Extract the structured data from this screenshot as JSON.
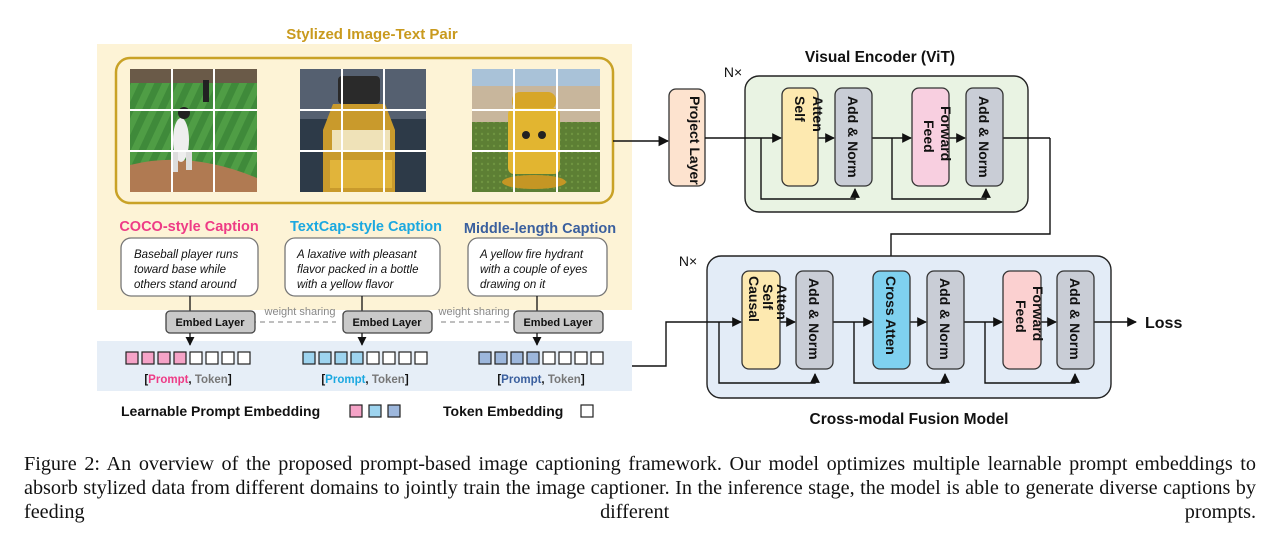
{
  "figure": {
    "stylized_title": "Stylized Image-Text Pair",
    "image_names": [
      "baseball",
      "laxative-bottle",
      "fire-hydrant"
    ],
    "project_layer": "Project Layer",
    "visual_encoder": {
      "title": "Visual Encoder (ViT)",
      "repeat": "N×",
      "blocks": [
        "Self Atten",
        "Add & Norm",
        "Feed Forward",
        "Add & Norm"
      ]
    },
    "fusion_model": {
      "title": "Cross-modal Fusion Model",
      "repeat": "N×",
      "blocks": [
        "Causal Self Atten",
        "Add & Norm",
        "Cross Atten",
        "Add & Norm",
        "Feed Forward",
        "Add & Norm"
      ]
    },
    "loss": "Loss",
    "styles": [
      {
        "name": "COCO-style Caption",
        "color": "#ee3b86",
        "text": [
          "Baseball player runs",
          "toward base while",
          "others stand around"
        ]
      },
      {
        "name": "TextCap-style Caption",
        "color": "#1ba8e0",
        "text": [
          "A laxative with pleasant",
          "flavor packed in a bottle",
          "with a yellow flavor"
        ]
      },
      {
        "name": "Middle-length Caption",
        "color": "#3a5f9e",
        "text": [
          "A yellow fire hydrant",
          "with a couple of eyes",
          "drawing on it"
        ]
      }
    ],
    "embed_layer": "Embed Layer",
    "weight_sharing": "weight sharing",
    "prompt_word": "Prompt",
    "token_word": "Token",
    "prompt_colors": [
      "#f5a3c7",
      "#9ed4ef",
      "#9db7dc"
    ],
    "legend_prompt": "Learnable Prompt Embedding",
    "legend_token": "Token Embedding"
  },
  "caption_text": "Figure 2: An overview of the proposed prompt-based image captioning framework. Our model optimizes multiple learnable prompt embeddings to absorb stylized data from different domains to jointly train the image captioner. In the inference stage, the model is able to generate diverse captions by feeding different prompts."
}
